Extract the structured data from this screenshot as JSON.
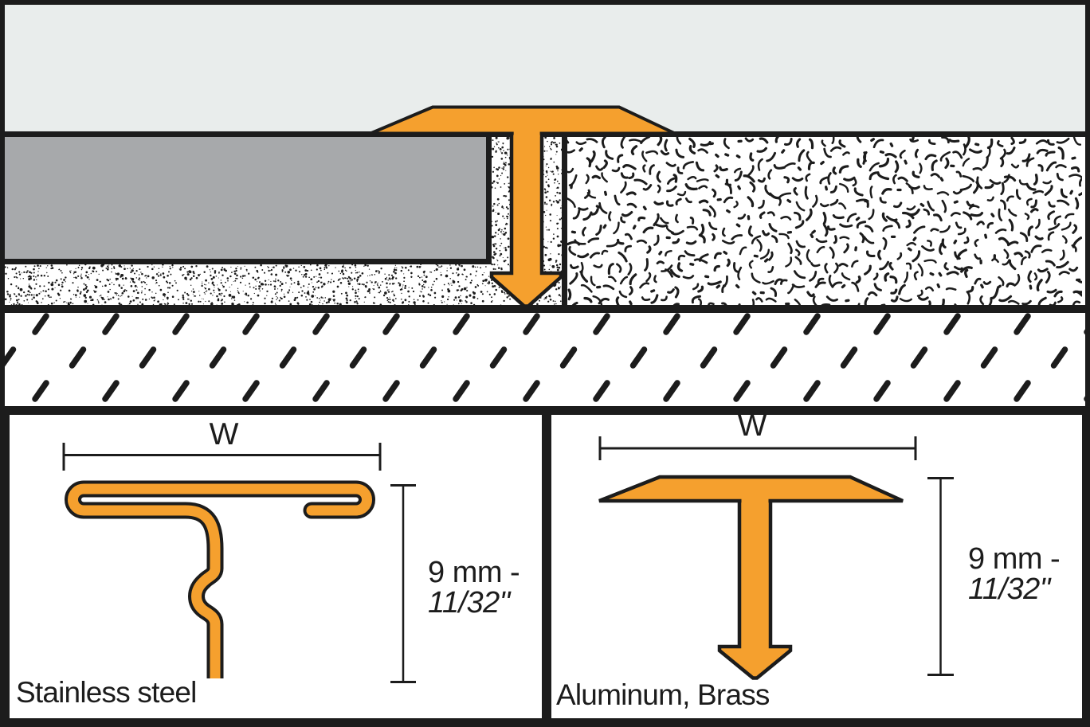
{
  "colors": {
    "orange": "#F5A02E",
    "tile_gray": "#A7A9AB",
    "surface_gray": "#E9EDEC",
    "ink": "#1C1C1C"
  },
  "panels": {
    "left": {
      "width_label": "W",
      "height_range_line1": "9 mm -",
      "height_range_line2": "11/32\"",
      "material": "Stainless steel"
    },
    "right": {
      "width_label": "W",
      "height_range_line1": "9 mm -",
      "height_range_line2": "11/32\"",
      "material": "Aluminum, Brass"
    }
  }
}
